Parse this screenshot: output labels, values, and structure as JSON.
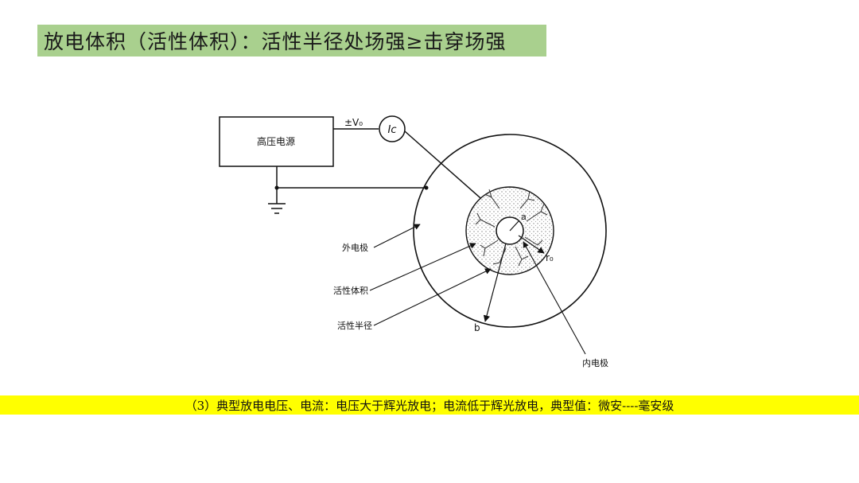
{
  "colors": {
    "title_bg": "#a9d08e",
    "bottom_bg": "#ffff00",
    "line": "#111111",
    "stipple": "#c8c8c8"
  },
  "header": {
    "title": "放电体积（活性体积）：活性半径处场强≥击穿场强"
  },
  "diagram": {
    "power_supply_label": "高压电源",
    "voltage_label": "±V₀",
    "current_label": "Ic",
    "outer_electrode_label": "外电极",
    "active_volume_label": "活性体积",
    "active_radius_label": "活性半径",
    "inner_electrode_label": "内电极",
    "r0_label": "r₀",
    "a_label": "a",
    "b_label": "b"
  },
  "footer": {
    "text": "（3）典型放电电压、电流：电压大于辉光放电；电流低于辉光放电，典型值：微安----毫安级"
  }
}
